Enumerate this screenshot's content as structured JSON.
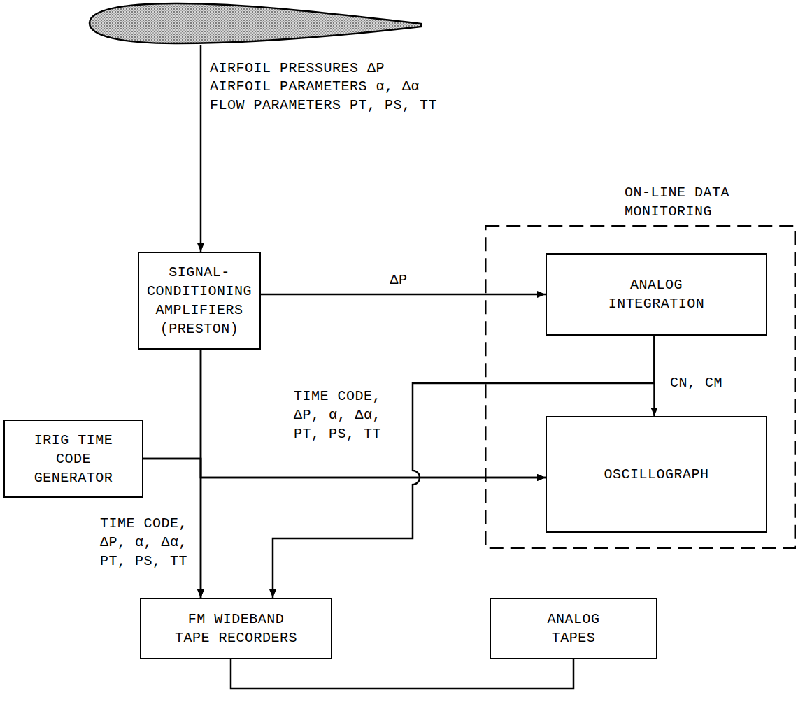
{
  "diagram": {
    "nodes": [
      {
        "text": [
          "SIGNAL- CONDITIONING AMPLIFIERS (PRESTON)"
        ]
      },
      {
        "text": [
          "ON-LINE DATA MONITORING"
        ]
      },
      {
        "text": [
          "ANALOG INTEGRATION"
        ],
        "in": 1
      },
      {
        "text": [
          "OSCILLOGRAPH"
        ],
        "in": 1
      },
      {
        "text": [
          "IRIG TIME CODE GENERATOR"
        ]
      },
      {
        "text": [
          "FM WIDEBAND TAPE RECORDERS"
        ]
      },
      {
        "text": [
          "ANALOG TAPES"
        ]
      }
    ],
    "edges": [
      {
        "from": 0,
        "to": 2,
        "label": "ΔP",
        "arrow": "to"
      },
      {
        "from": 2,
        "to": 3,
        "label": "CN, CM",
        "arrow": "to"
      },
      {
        "from": 2,
        "to": 5,
        "arrow": "to"
      },
      {
        "from": 0,
        "to": 3,
        "label": "TIME CODE, ΔP, α, Δα, PT, PS, TT",
        "arrow": "to"
      },
      {
        "from": 4,
        "to": 3,
        "arrow": "to"
      },
      {
        "from": 0,
        "to": 5,
        "label": "TIME CODE, ΔP, α, Δα, PT, PS, TT",
        "arrow": "to"
      },
      {
        "from": 4,
        "to": 5,
        "arrow": "to"
      },
      {
        "from": 5,
        "to": 6,
        "arrow": "none"
      }
    ],
    "labels": [
      "AIRFOIL PRESSURES ΔP",
      "AIRFOIL PARAMETERS α, Δα",
      "FLOW PARAMETERS PT, PS, TT"
    ]
  }
}
